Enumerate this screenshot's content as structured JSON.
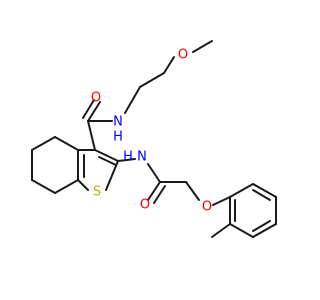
{
  "colors": {
    "bond": "#1a1a1a",
    "O": "#ff0000",
    "N": "#0000ff",
    "S": "#b5b500",
    "background": "#ffffff"
  },
  "atoms": {
    "O_ether": "O",
    "NH_amide": "N",
    "H_amide": "H",
    "O_carbonyl1": "O",
    "S_ring": "S",
    "NH_amide2": "N",
    "H_amide2": "H",
    "O_carbonyl2": "O",
    "O_aryl": "O"
  }
}
